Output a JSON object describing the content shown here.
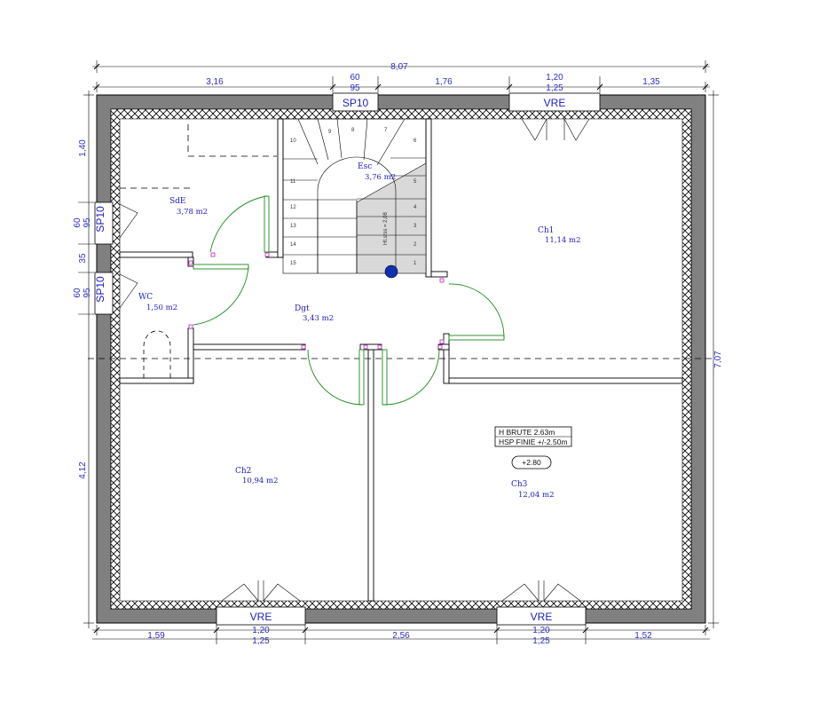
{
  "dimensions": {
    "total_width": "8,07",
    "top_left": "3,16",
    "top_sp10_w": "60",
    "top_sp10_h": "95",
    "top_mid": "1,76",
    "top_vre_w": "1,20",
    "top_vre_h": "1,25",
    "top_right": "1,35",
    "left_top": "1,40",
    "left_sp10a_w": "60",
    "left_sp10a_h": "95",
    "left_gap": "35",
    "left_sp10b_w": "60",
    "left_sp10b_h": "95",
    "left_bottom": "4,12",
    "right_total": "7,07",
    "bottom_left": "1,59",
    "bottom_vre1_w": "1,20",
    "bottom_vre1_h": "1,25",
    "bottom_mid": "2,56",
    "bottom_vre2_w": "1,20",
    "bottom_vre2_h": "1,25",
    "bottom_right": "1,52"
  },
  "rooms": {
    "sde": {
      "name": "SdE",
      "area": "3,78 m2"
    },
    "wc": {
      "name": "WC",
      "area": "1,50 m2"
    },
    "esc": {
      "name": "Esc",
      "area": "3,76 m2"
    },
    "dgt": {
      "name": "Dgt",
      "area": "3,43 m2"
    },
    "ch1": {
      "name": "Ch1",
      "area": "11,14 m2"
    },
    "ch2": {
      "name": "Ch2",
      "area": "10,94 m2"
    },
    "ch3": {
      "name": "Ch3",
      "area": "12,04 m2"
    }
  },
  "windows": {
    "top_sp10": "SP10",
    "top_vre": "VRE",
    "left_sp10_a": "SP10",
    "left_sp10_b": "SP10",
    "bottom_vre_1": "VRE",
    "bottom_vre_2": "VRE"
  },
  "stairs": {
    "steps_left": [
      "10",
      "11",
      "12",
      "13",
      "14",
      "15"
    ],
    "steps_top": [
      "9",
      "8",
      "7"
    ],
    "steps_right": [
      "6",
      "5",
      "4",
      "3",
      "2",
      "1"
    ],
    "headroom": "Ht.s/ss = 2,08"
  },
  "info": {
    "h_brute": "H BRUTE 2.63m",
    "hsp_finie": "HSP FINIE +/-2.50m",
    "level": "+2.80"
  },
  "colors": {
    "wall": "#808080",
    "dim_text": "#2c2cc8",
    "room_text": "#2020c0",
    "door_arc": "#1a8a1a",
    "stair_fill": "#d9d9d9",
    "newel": "#1030b0"
  }
}
